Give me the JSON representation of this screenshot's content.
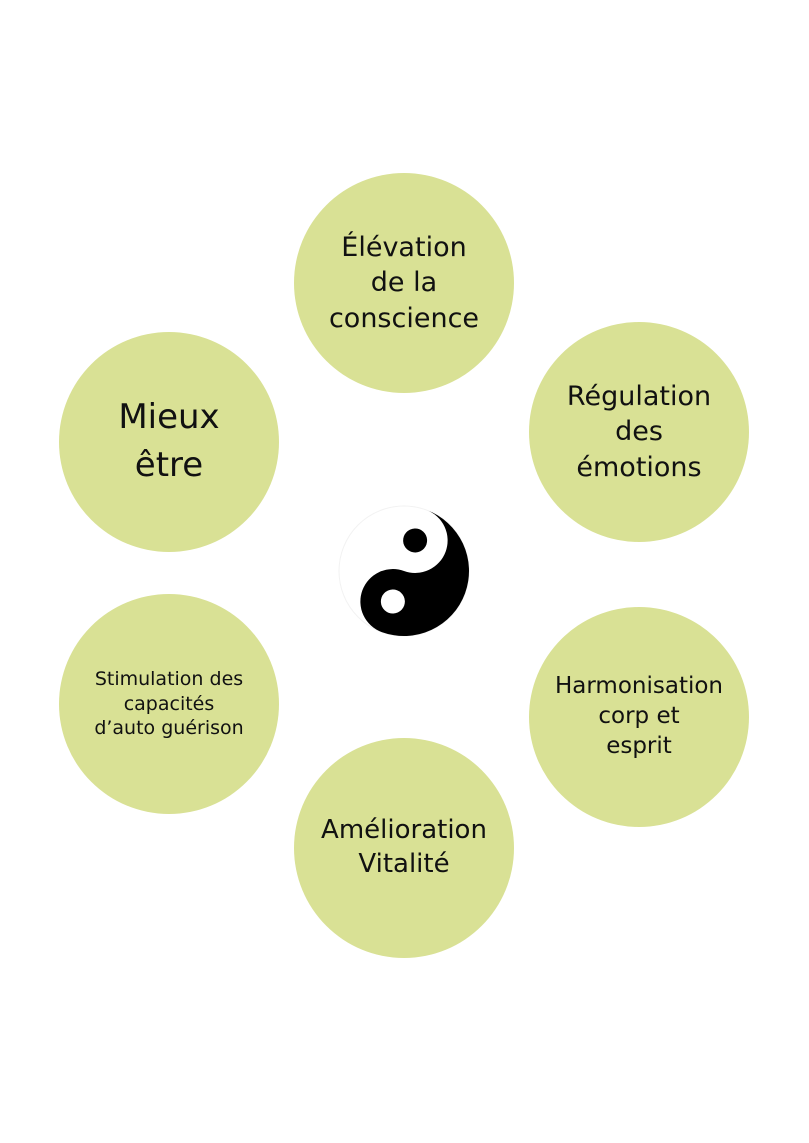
{
  "diagram": {
    "colors": {
      "bubble": "#d9e195",
      "text": "#111111",
      "yin": "#000000",
      "yang": "#ffffff"
    },
    "center_icon": "yin-yang-icon",
    "bubbles": [
      {
        "lines": [
          "Élévation",
          "de la",
          "conscience"
        ]
      },
      {
        "lines": [
          "Régulation",
          "des",
          "émotions"
        ]
      },
      {
        "lines": [
          "Harmonisation",
          "corp et",
          "esprit"
        ]
      },
      {
        "lines": [
          "Amélioration",
          "Vitalité"
        ]
      },
      {
        "lines": [
          "Stimulation des",
          "capacités",
          "d’auto guérison"
        ]
      },
      {
        "lines": [
          "Mieux",
          "être"
        ]
      }
    ]
  }
}
